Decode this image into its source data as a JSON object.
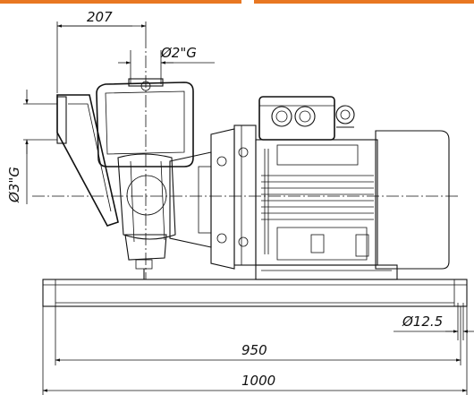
{
  "colors": {
    "accent": "#e87722",
    "line": "#111111",
    "background": "#ffffff"
  },
  "dimensions": {
    "width_top": "207",
    "outlet": "Ø2\"G",
    "inlet": "Ø3\"G",
    "bolt_hole": "Ø12.5",
    "hole_spacing": "950",
    "base_length": "1000"
  }
}
